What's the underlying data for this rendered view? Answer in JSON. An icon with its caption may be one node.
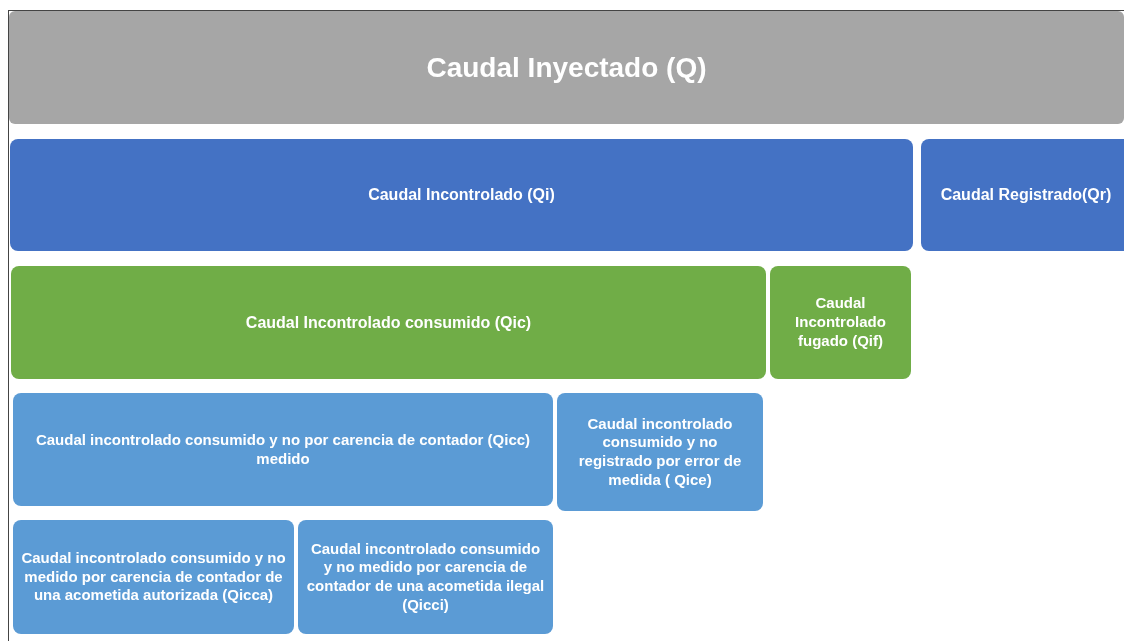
{
  "diagram": {
    "nodes": [
      {
        "text": [
          "Caudal Inyectado (Q)"
        ]
      },
      {
        "text": [
          "Caudal Incontrolado (Qi)"
        ]
      },
      {
        "text": [
          "Caudal Registrado(Qr)"
        ]
      },
      {
        "text": [
          "Caudal Incontrolado consumido (Qic)"
        ]
      },
      {
        "text": [
          "Caudal Incontrolado fugado (Qif)"
        ]
      },
      {
        "text": [
          "Caudal incontrolado consumido y no por carencia de contador (Qicc) medido"
        ]
      },
      {
        "text": [
          "Caudal incontrolado consumido y no registrado por error de medida ( Qice)"
        ]
      },
      {
        "text": [
          "Caudal incontrolado consumido y no medido por carencia de contador de una acometida autorizada (Qicca)"
        ]
      },
      {
        "text": [
          "Caudal incontrolado consumido y no medido por carencia de contador de una acometida ilegal (Qicci)"
        ]
      }
    ]
  }
}
